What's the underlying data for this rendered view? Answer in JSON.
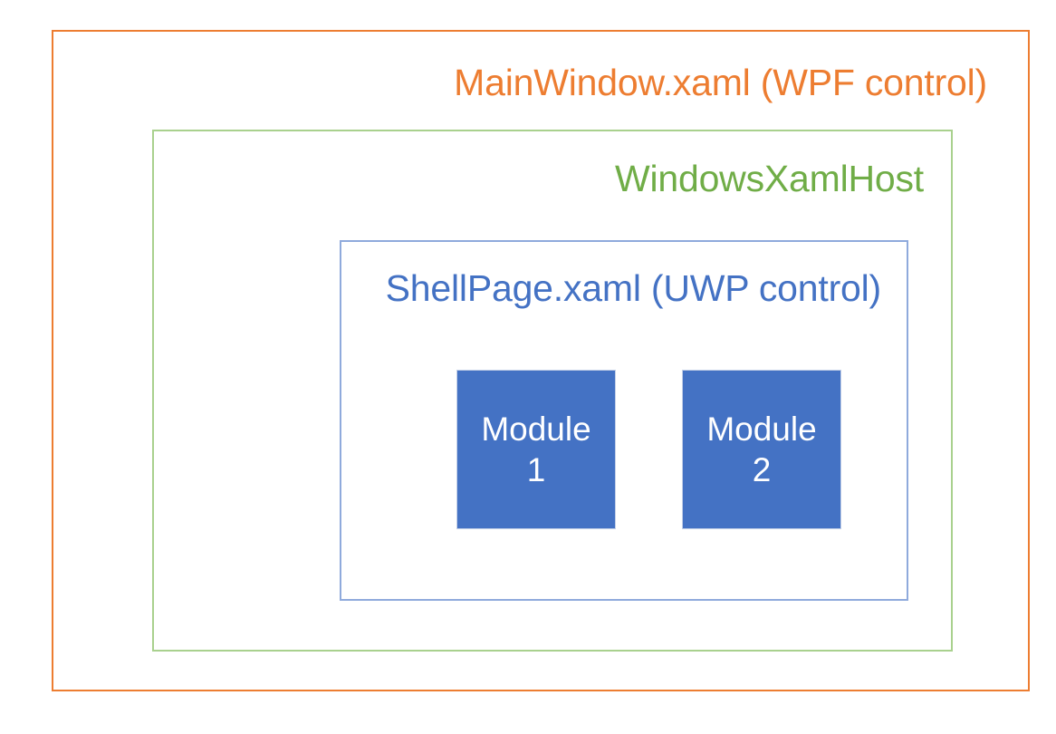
{
  "diagram": {
    "type": "nested-containment-diagram",
    "background_color": "#FFFFFF",
    "layers": [
      {
        "name": "wpf-window",
        "label": "MainWindow.xaml (WPF control)",
        "border_color": "#ED7D31",
        "text_color": "#ED7D31"
      },
      {
        "name": "windows-xaml-host",
        "label": "WindowsXamlHost",
        "border_color": "#A9D18E",
        "text_color": "#70AD47"
      },
      {
        "name": "shell-page",
        "label": "ShellPage.xaml (UWP control)",
        "border_color": "#8FAADC",
        "text_color": "#4472C4"
      }
    ],
    "modules": [
      {
        "word": "Module",
        "number": "1",
        "fill_color": "#4472C4",
        "text_color": "#FFFFFF"
      },
      {
        "word": "Module",
        "number": "2",
        "fill_color": "#4472C4",
        "text_color": "#FFFFFF"
      }
    ]
  }
}
